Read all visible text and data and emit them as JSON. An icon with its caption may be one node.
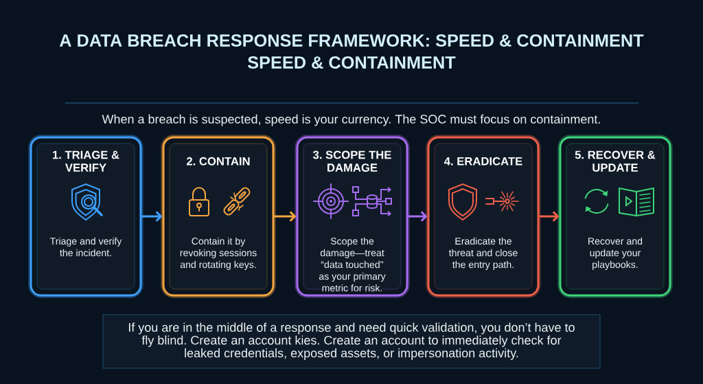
{
  "diagram": {
    "title": "A DATA BREACH RESPONSE FRAMEWORK: SPEED & CONTAINMENT SPEED & CONTAINMENT",
    "nodes": [
      {
        "text": [
          "1. TRIAGE & VERIFY",
          "Triage and verify the incident."
        ]
      },
      {
        "text": [
          "2. CONTAIN",
          "Contain it by revoking sessions and rotating keys."
        ]
      },
      {
        "text": [
          "3. SCOPE THE DAMAGE",
          "Scope the damage—treat “data touched\" as your primary metric for risk."
        ]
      },
      {
        "text": [
          "4. ERADICATE",
          "Eradicate the threat and close the entry path."
        ]
      },
      {
        "text": [
          "5. RECOVER & UPDATE",
          "Recover and update your playbooks."
        ]
      },
      {
        "text": [
          "If you are in the middle of a response and need quick validation, you don’t have to fly blind. Create an account kies. Create an account to immediately check for leaked credentials, exposed assets, or impersonation activity."
        ]
      }
    ],
    "edges": [
      {
        "from": 0,
        "to": 1,
        "arrow": "to",
        "color": "#3ea0ff"
      },
      {
        "from": 1,
        "to": 2,
        "arrow": "to",
        "color": "#f5a540"
      },
      {
        "from": 2,
        "to": 3,
        "arrow": "to",
        "color": "#a66cf0"
      },
      {
        "from": 3,
        "to": 4,
        "arrow": "to",
        "color": "#f0604a"
      }
    ],
    "labels": [
      "When a breach is suspected, speed is your currency. The SOC must focus on containment."
    ]
  }
}
